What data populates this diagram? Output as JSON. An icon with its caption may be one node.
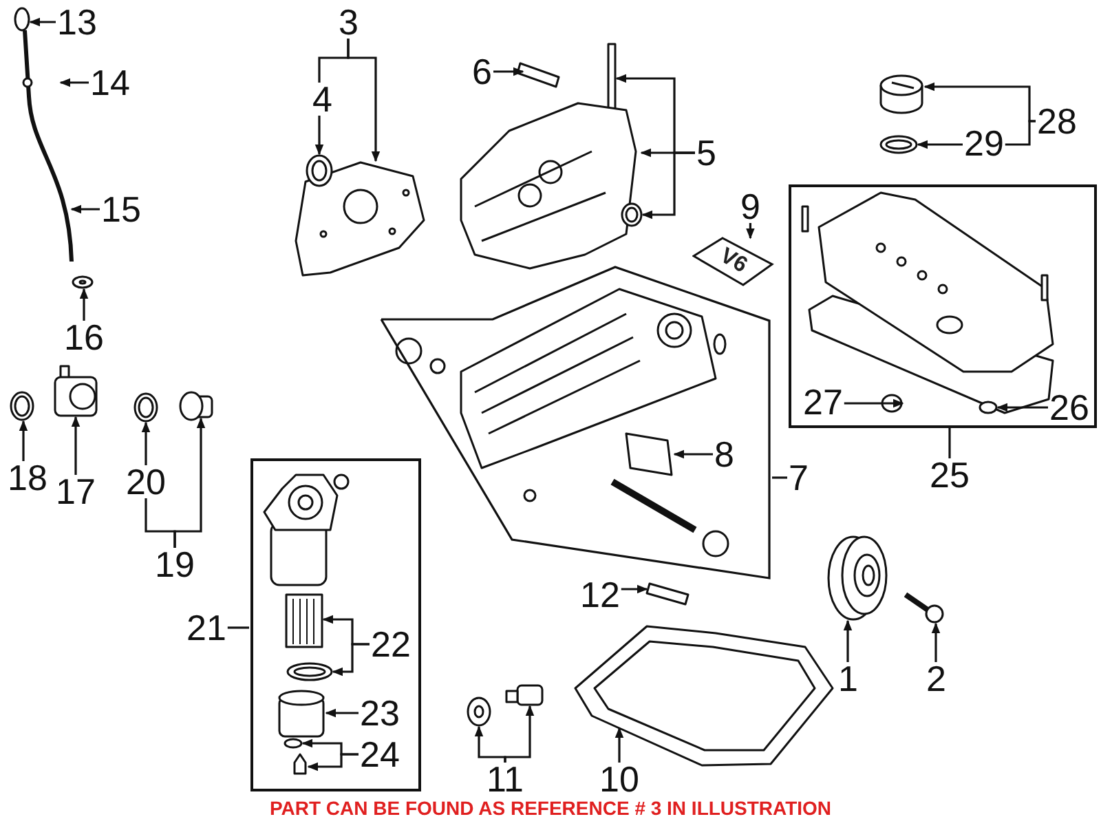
{
  "diagram": {
    "nodes": [
      {
        "text": [
          "13"
        ]
      },
      {
        "text": [
          "3"
        ]
      },
      {
        "text": [
          "4"
        ]
      },
      {
        "text": [
          "6"
        ]
      },
      {
        "text": [
          "14"
        ]
      },
      {
        "text": [
          "28"
        ]
      },
      {
        "text": [
          "5"
        ]
      },
      {
        "text": [
          "29"
        ]
      },
      {
        "text": [
          "15"
        ]
      },
      {
        "text": [
          "9"
        ]
      },
      {
        "text": [],
        "shape": "box"
      },
      {
        "text": [
          "27"
        ],
        "in": 10
      },
      {
        "text": [
          "26"
        ],
        "in": 10
      },
      {
        "text": [
          "16"
        ]
      },
      {
        "text": [],
        "shape": "box"
      },
      {
        "text": [
          "8"
        ],
        "in": 14
      },
      {
        "text": [
          "7"
        ]
      },
      {
        "text": [
          "18"
        ]
      },
      {
        "text": [
          "17"
        ]
      },
      {
        "text": [
          "20"
        ]
      },
      {
        "text": [
          "25"
        ]
      },
      {
        "text": [],
        "shape": "box"
      },
      {
        "text": [
          "19"
        ]
      },
      {
        "text": [
          "21"
        ]
      },
      {
        "text": [
          "22"
        ],
        "in": 21
      },
      {
        "text": [
          "12"
        ]
      },
      {
        "text": [
          "1"
        ]
      },
      {
        "text": [
          "2"
        ]
      },
      {
        "text": [
          "23"
        ],
        "in": 21
      },
      {
        "text": [
          "24"
        ],
        "in": 21
      },
      {
        "text": [
          "11"
        ]
      },
      {
        "text": [
          "10"
        ]
      },
      {
        "text": [
          "V6"
        ]
      }
    ],
    "edges": [
      {
        "from": 0,
        "to": null,
        "arrow": "to"
      },
      {
        "from": 1,
        "to": 2,
        "arrow": "none"
      },
      {
        "from": 1,
        "to": null,
        "arrow": "to"
      },
      {
        "from": 2,
        "to": null,
        "arrow": "to"
      },
      {
        "from": 3,
        "to": null,
        "arrow": "to"
      },
      {
        "from": 4,
        "to": null,
        "arrow": "to"
      },
      {
        "from": 6,
        "to": null,
        "arrow": "to"
      },
      {
        "from": 6,
        "to": null,
        "arrow": "to"
      },
      {
        "from": 6,
        "to": null,
        "arrow": "to"
      },
      {
        "from": 5,
        "to": null,
        "arrow": "to"
      },
      {
        "from": 5,
        "to": 7,
        "arrow": "none"
      },
      {
        "from": 7,
        "to": null,
        "arrow": "to"
      },
      {
        "from": 8,
        "to": null,
        "arrow": "to"
      },
      {
        "from": 9,
        "to": 32,
        "arrow": "to"
      },
      {
        "from": 11,
        "to": null,
        "arrow": "to"
      },
      {
        "from": 12,
        "to": null,
        "arrow": "to"
      },
      {
        "from": 13,
        "to": null,
        "arrow": "to"
      },
      {
        "from": 15,
        "to": null,
        "arrow": "to"
      },
      {
        "from": 16,
        "to": 14,
        "arrow": "none"
      },
      {
        "from": 17,
        "to": null,
        "arrow": "to"
      },
      {
        "from": 18,
        "to": null,
        "arrow": "to"
      },
      {
        "from": 19,
        "to": null,
        "arrow": "to"
      },
      {
        "from": 20,
        "to": 10,
        "arrow": "none"
      },
      {
        "from": 22,
        "to": 19,
        "arrow": "none"
      },
      {
        "from": 22,
        "to": null,
        "arrow": "to"
      },
      {
        "from": 23,
        "to": 21,
        "arrow": "none"
      },
      {
        "from": 24,
        "to": null,
        "arrow": "to"
      },
      {
        "from": 24,
        "to": null,
        "arrow": "to"
      },
      {
        "from": 25,
        "to": null,
        "arrow": "to"
      },
      {
        "from": 26,
        "to": null,
        "arrow": "to"
      },
      {
        "from": 27,
        "to": null,
        "arrow": "to"
      },
      {
        "from": 28,
        "to": null,
        "arrow": "to"
      },
      {
        "from": 29,
        "to": null,
        "arrow": "to"
      },
      {
        "from": 29,
        "to": null,
        "arrow": "to"
      },
      {
        "from": 30,
        "to": null,
        "arrow": "to"
      },
      {
        "from": 30,
        "to": null,
        "arrow": "to"
      },
      {
        "from": 31,
        "to": null,
        "arrow": "to"
      }
    ],
    "labels": [
      "PART CAN BE FOUND AS REFERENCE # 3 IN ILLUSTRATION"
    ]
  }
}
